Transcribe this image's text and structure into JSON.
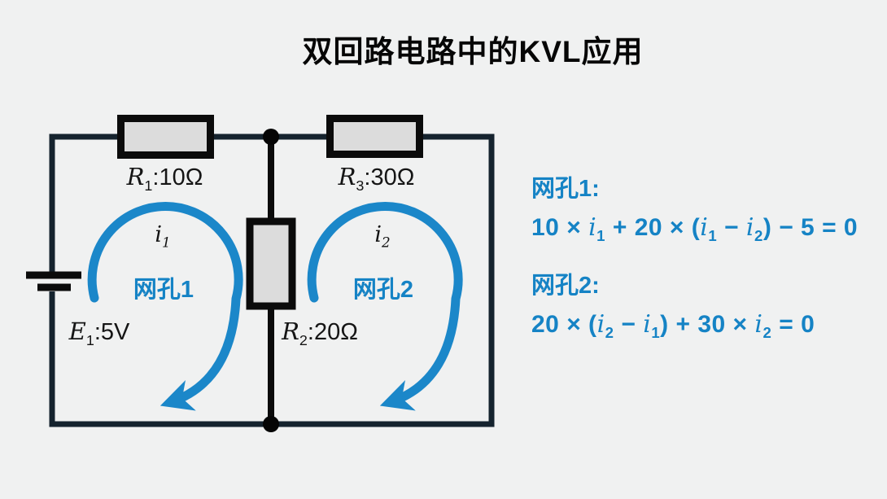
{
  "title": "双回路电路中的KVL应用",
  "colors": {
    "background": "#f0f1f1",
    "wire_navy": "#15232e",
    "component_black": "#0b0b0b",
    "resistor_fill": "#dcdcdc",
    "loop_blue": "#1b87c9",
    "text_blue": "#1583c5",
    "label_black": "#151515"
  },
  "circuit": {
    "components": {
      "r1_label": "R₁:10Ω",
      "r3_label": "R₃:30Ω",
      "r2_label": "R₂:20Ω",
      "e1_label": "E₁:5V"
    },
    "mesh1": {
      "current_label": "i₁",
      "name_label": "网孔1"
    },
    "mesh2": {
      "current_label": "i₂",
      "name_label": "网孔2"
    }
  },
  "equations": {
    "mesh1_header": "网孔1:",
    "mesh1_equation": "10 × i₁ + 20 × (i₁ − i₂) − 5 = 0",
    "mesh2_header": "网孔2:",
    "mesh2_equation": "20 × (i₂ − i₁) + 30 × i₂ = 0"
  }
}
